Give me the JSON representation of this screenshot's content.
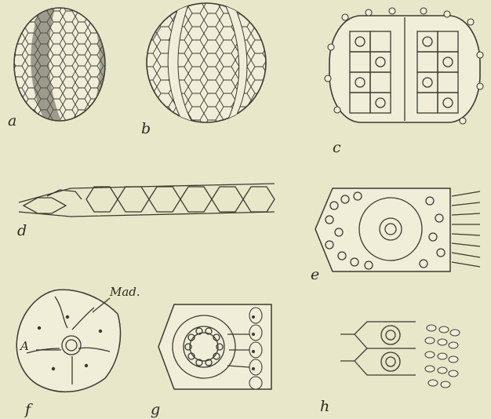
{
  "figures": [
    {
      "id": "a",
      "label": "a"
    },
    {
      "id": "b",
      "label": "b"
    },
    {
      "id": "c",
      "label": "c"
    },
    {
      "id": "d",
      "label": "d"
    },
    {
      "id": "e",
      "label": "e"
    },
    {
      "id": "f",
      "label": "f"
    },
    {
      "id": "g",
      "label": "g"
    },
    {
      "id": "h",
      "label": "h"
    }
  ],
  "annotations": {
    "madreporite": "Mad.",
    "anal": "A"
  },
  "colors": {
    "paper": "#e9e7c9",
    "ink": "#3a3a33"
  }
}
